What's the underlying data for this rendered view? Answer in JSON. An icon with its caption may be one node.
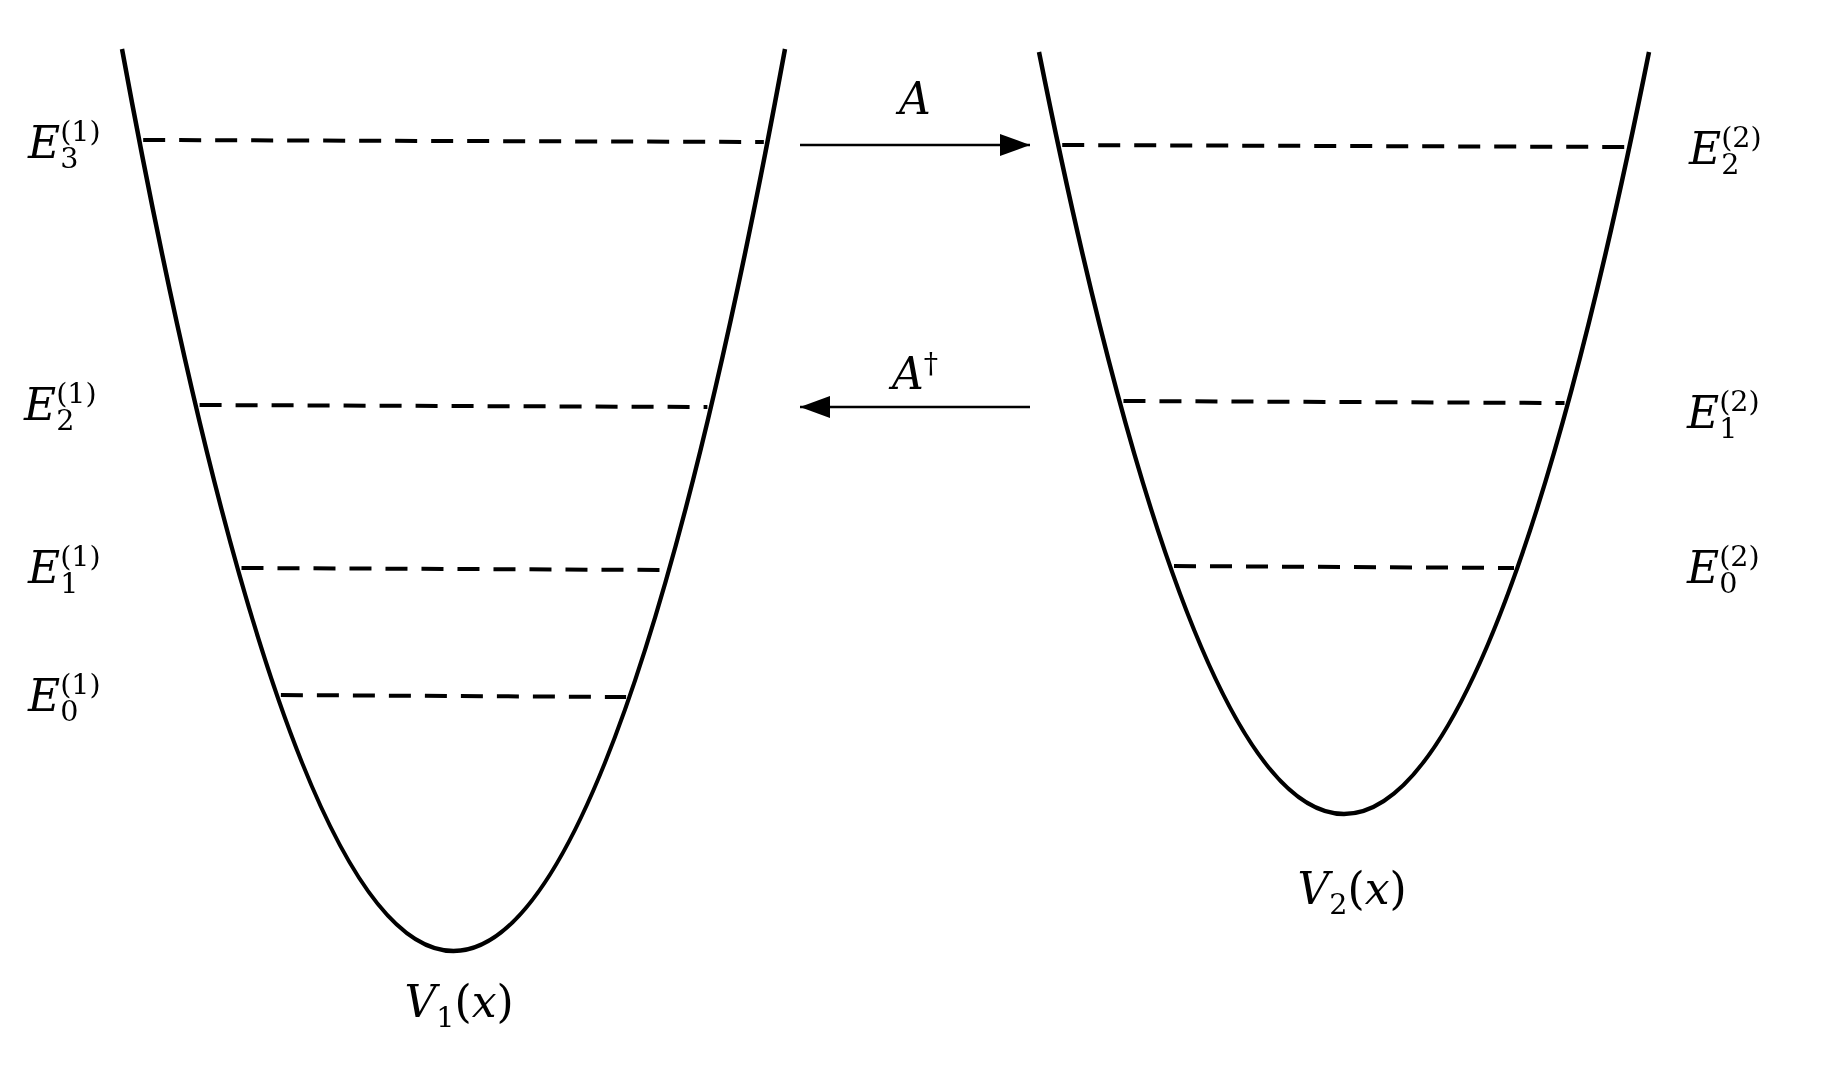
{
  "diagram": {
    "nodes": [
      {
        "text": [
          "*V*$_{1}$(*x*)"
        ]
      },
      {
        "text": [
          "*V*$_{2}$(*x*)"
        ]
      }
    ],
    "edges": [
      {
        "from": 0,
        "to": 1,
        "arrow": "to",
        "label": "*A*"
      },
      {
        "from": 1,
        "to": 0,
        "arrow": "to",
        "label": "*A*$^{†}$"
      }
    ],
    "labels": [
      "*E*$_{3}$$^{(1)}$",
      "*E*$_{2}$$^{(2)}$",
      "*E*$_{2}$$^{(1)}$",
      "*E*$_{1}$$^{(2)}$",
      "*E*$_{1}$$^{(1)}$",
      "*E*$_{0}$$^{(2)}$",
      "*E*$_{0}$$^{(1)}$"
    ]
  }
}
